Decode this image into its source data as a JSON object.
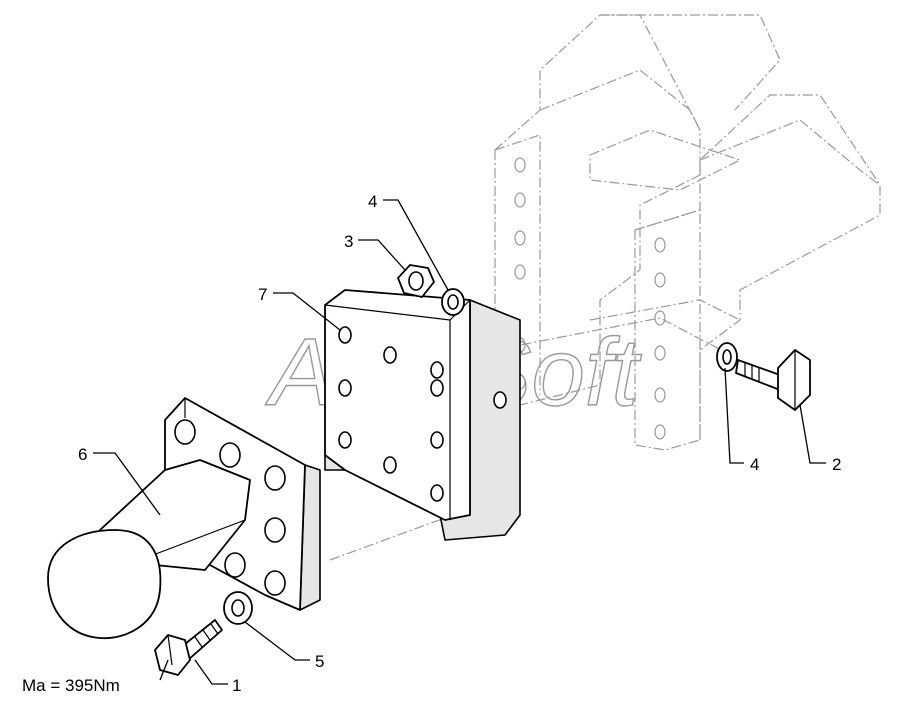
{
  "watermark": "AutoSoft",
  "callouts": {
    "c1": "1",
    "c2": "2",
    "c3": "3",
    "c4a": "4",
    "c4b": "4",
    "c5": "5",
    "c6": "6",
    "c7": "7"
  },
  "torque_note": "Ma = 395Nm"
}
